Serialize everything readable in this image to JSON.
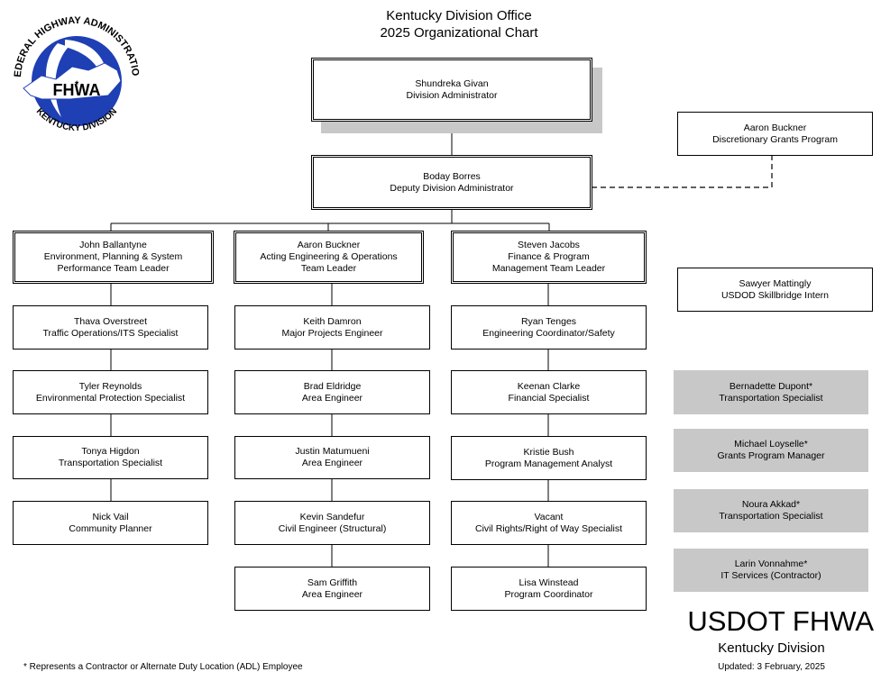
{
  "header": {
    "title_line1": "Kentucky Division Office",
    "title_line2": "2025 Organizational Chart"
  },
  "logo": {
    "top_text": "FEDERAL HIGHWAY ADMINISTRATION",
    "center_text": "FHWA",
    "bottom_text": "KENTUCKY DIVISION",
    "ring_color": "#000000",
    "fill_color": "#1f3fb5"
  },
  "boxes": {
    "administrator": {
      "name": "Shundreka Givan",
      "title": "Division Administrator"
    },
    "deputy": {
      "name": "Boday Borres",
      "title": "Deputy Division Administrator"
    },
    "discretionary": {
      "name": "Aaron Buckner",
      "title": "Discretionary Grants Program"
    },
    "lead1": {
      "name": "John Ballantyne",
      "title": "Environment, Planning & System Performance Team Leader"
    },
    "lead2": {
      "name": "Aaron Buckner",
      "title": "Acting Engineering & Operations Team Leader"
    },
    "lead3": {
      "name": "Steven Jacobs",
      "title": "Finance & Program Management Team Leader"
    },
    "c1r1": {
      "name": "Thava Overstreet",
      "title": "Traffic Operations/ITS Specialist"
    },
    "c1r2": {
      "name": "Tyler Reynolds",
      "title": "Environmental Protection Specialist"
    },
    "c1r3": {
      "name": "Tonya Higdon",
      "title": "Transportation Specialist"
    },
    "c1r4": {
      "name": "Nick Vail",
      "title": "Community Planner"
    },
    "c2r1": {
      "name": "Keith Damron",
      "title": "Major Projects Engineer"
    },
    "c2r2": {
      "name": "Brad Eldridge",
      "title": "Area Engineer"
    },
    "c2r3": {
      "name": "Justin Matumueni",
      "title": "Area Engineer"
    },
    "c2r4": {
      "name": "Kevin Sandefur",
      "title": "Civil Engineer (Structural)"
    },
    "c2r5": {
      "name": "Sam Griffith",
      "title": "Area Engineer"
    },
    "c3r1": {
      "name": "Ryan Tenges",
      "title": "Engineering Coordinator/Safety"
    },
    "c3r2": {
      "name": "Keenan Clarke",
      "title": "Financial Specialist"
    },
    "c3r3": {
      "name": "Kristie Bush",
      "title": "Program Management Analyst"
    },
    "c3r4": {
      "name": "Vacant",
      "title": "Civil Rights/Right of Way Specialist"
    },
    "c3r5": {
      "name": "Lisa Winstead",
      "title": "Program Coordinator"
    },
    "intern": {
      "name": "Sawyer Mattingly",
      "title": "USDOD Skillbridge Intern"
    },
    "g1": {
      "name": "Bernadette Dupont*",
      "title": "Transportation Specialist"
    },
    "g2": {
      "name": "Michael Loyselle*",
      "title": "Grants Program Manager"
    },
    "g3": {
      "name": "Noura Akkad*",
      "title": "Transportation Specialist"
    },
    "g4": {
      "name": "Larin Vonnahme*",
      "title": "IT Services (Contractor)"
    }
  },
  "footer": {
    "agency": "USDOT FHWA",
    "division": "Kentucky Division",
    "updated": "Updated: 3 February, 2025",
    "note": "* Represents a Contractor or Alternate Duty Location (ADL) Employee"
  }
}
